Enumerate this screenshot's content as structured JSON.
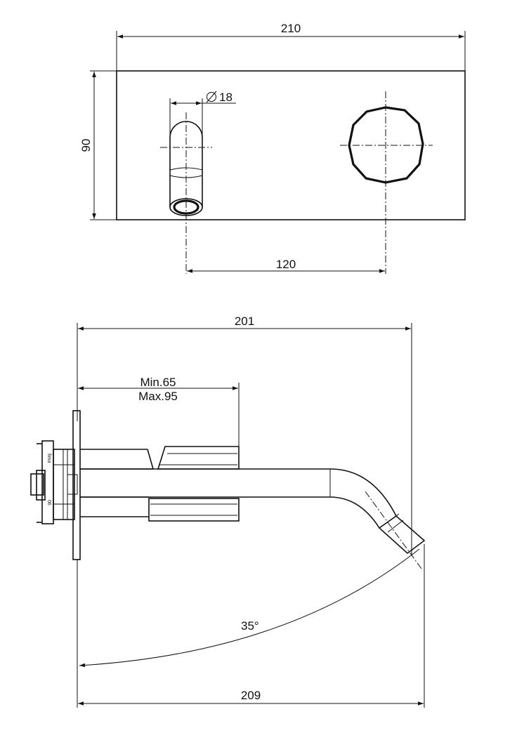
{
  "front_view": {
    "width_dim": "210",
    "height_dim": "90",
    "diameter_dim": "18",
    "spacing_dim": "120"
  },
  "side_view": {
    "overall_dim": "201",
    "min_dim": "Min.65",
    "max_dim": "Max.95",
    "angle_dim": "35°",
    "bottom_dim": "209"
  },
  "body_marking": {
    "brand_text": "fima",
    "model_text": "06"
  },
  "colors": {
    "line": "#111111",
    "background": "#ffffff"
  }
}
